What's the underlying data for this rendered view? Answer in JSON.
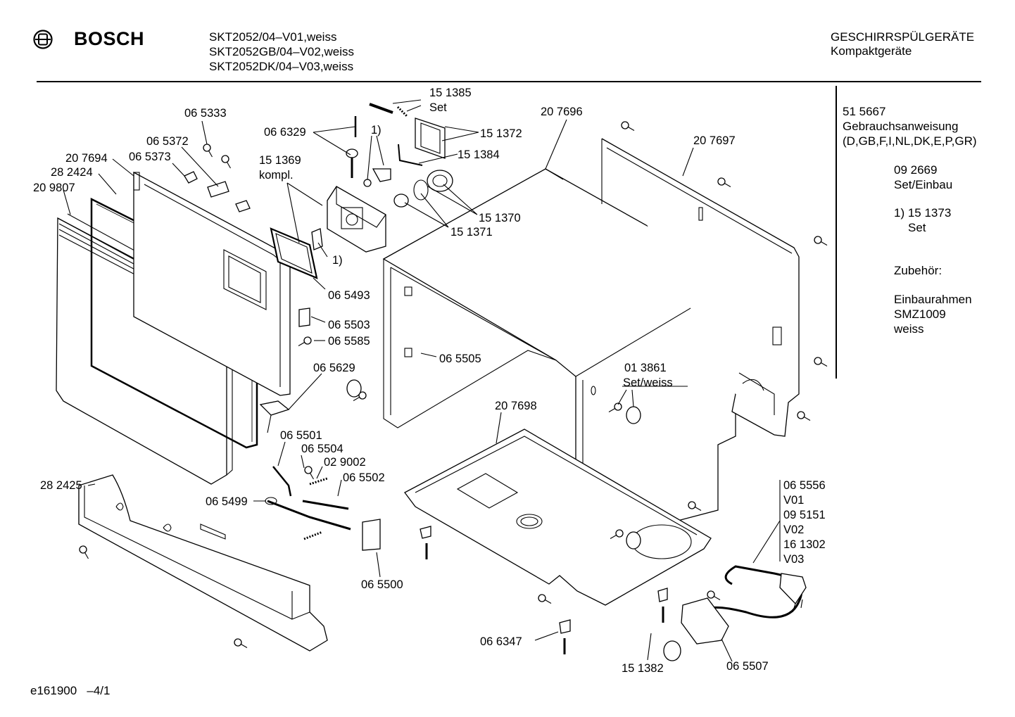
{
  "header": {
    "brand": "BOSCH",
    "models": [
      "SKT2052/04–V01,weiss",
      "SKT2052GB/04–V02,weiss",
      "SKT2052DK/04–V03,weiss"
    ],
    "category_line1": "GESCHIRRSPÜLGERÄTE",
    "category_line2": "Kompaktgeräte"
  },
  "sidebar": {
    "manual_number": "51 5667",
    "manual_label": "Gebrauchsanweisung",
    "manual_languages": "(D,GB,F,I,NL,DK,E,P,GR)",
    "set_number": "09 2669",
    "set_label": "Set/Einbau",
    "note_number": "1) 15 1373",
    "note_label": "Set",
    "accessories_title": "Zubehör:",
    "accessories_line1": "Einbaurahmen",
    "accessories_line2": "SMZ1009",
    "accessories_line3": "weiss"
  },
  "variant_list": [
    "06 5556",
    "V01",
    "09 5151",
    "V02",
    "16 1302",
    "V03"
  ],
  "part_labels": [
    {
      "id": "p151385",
      "text": "15 1385"
    },
    {
      "id": "pset1",
      "text": "Set"
    },
    {
      "id": "p207696",
      "text": "20 7696"
    },
    {
      "id": "p065333",
      "text": "06 5333"
    },
    {
      "id": "p066329",
      "text": "06 6329"
    },
    {
      "id": "pnote1a",
      "text": "1)"
    },
    {
      "id": "p151372",
      "text": "15 1372"
    },
    {
      "id": "p207697",
      "text": "20 7697"
    },
    {
      "id": "p065372",
      "text": "06 5372"
    },
    {
      "id": "p151384",
      "text": "15 1384"
    },
    {
      "id": "p207694",
      "text": "20 7694"
    },
    {
      "id": "p065373",
      "text": "06 5373"
    },
    {
      "id": "p151369",
      "text": "15 1369"
    },
    {
      "id": "pkompl",
      "text": "kompl."
    },
    {
      "id": "p282424",
      "text": "28 2424"
    },
    {
      "id": "p209807",
      "text": "20 9807"
    },
    {
      "id": "p151370",
      "text": "15 1370"
    },
    {
      "id": "p151371",
      "text": "15 1371"
    },
    {
      "id": "pnote1b",
      "text": "1)"
    },
    {
      "id": "p065493",
      "text": "06 5493"
    },
    {
      "id": "p065503",
      "text": "06 5503"
    },
    {
      "id": "p065585",
      "text": "06 5585"
    },
    {
      "id": "p065505",
      "text": "06 5505"
    },
    {
      "id": "p065629",
      "text": "06 5629"
    },
    {
      "id": "p013861",
      "text": "01 3861"
    },
    {
      "id": "psetweiss",
      "text": "Set/weiss"
    },
    {
      "id": "p207698",
      "text": "20 7698"
    },
    {
      "id": "p065501",
      "text": "06 5501"
    },
    {
      "id": "p065504",
      "text": "06 5504"
    },
    {
      "id": "p029002",
      "text": "02 9002"
    },
    {
      "id": "p282425",
      "text": "28 2425"
    },
    {
      "id": "p065502",
      "text": "06 5502"
    },
    {
      "id": "p065499",
      "text": "06 5499"
    },
    {
      "id": "p065500",
      "text": "06 5500"
    },
    {
      "id": "p066347",
      "text": "06 6347"
    },
    {
      "id": "p151382",
      "text": "15 1382"
    },
    {
      "id": "p065507",
      "text": "06 5507"
    }
  ],
  "footer": {
    "code": "e161900",
    "page": "–4/1"
  }
}
